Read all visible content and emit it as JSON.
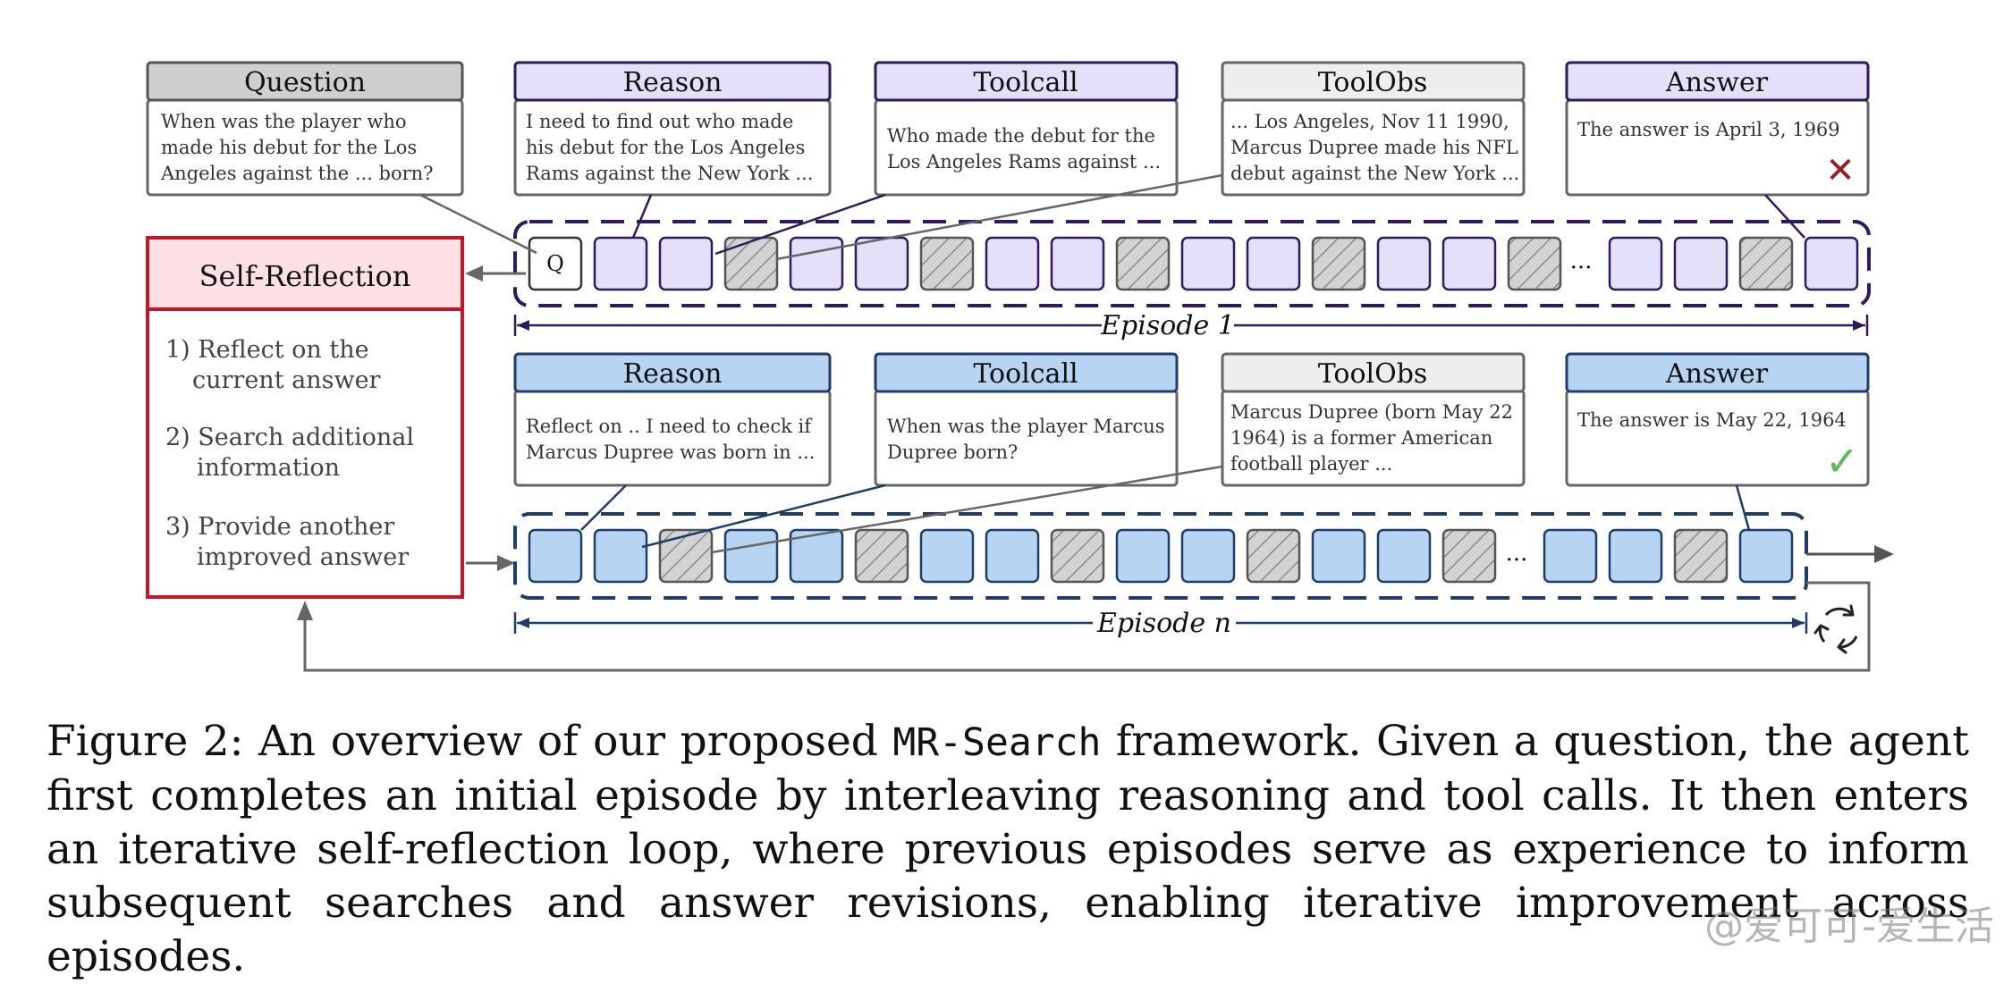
{
  "episode1": {
    "label": "Episode 1",
    "q_token": "Q",
    "cards": [
      {
        "key": "question",
        "header": "Question",
        "lines": [
          "When was the player who",
          "made his debut for the Los",
          "Angeles against the ... born?"
        ]
      },
      {
        "key": "reason",
        "header": "Reason",
        "lines": [
          "I need to find out who made",
          "his debut for the Los Angeles",
          "Rams against the New York ..."
        ]
      },
      {
        "key": "toolcall",
        "header": "Toolcall",
        "lines": [
          "Who made the debut for the",
          "Los Angeles Rams against ..."
        ]
      },
      {
        "key": "toolobs",
        "header": "ToolObs",
        "lines": [
          "... Los Angeles, Nov 11 1990,",
          "Marcus Dupree made his NFL",
          "debut against the New York ..."
        ]
      },
      {
        "key": "answer",
        "header": "Answer",
        "lines": [
          "The answer is April 3, 1969"
        ],
        "mark": "✕"
      }
    ],
    "ellipsis": "..."
  },
  "episodeN": {
    "label_prefix": "Episode ",
    "label_var": "n",
    "cards": [
      {
        "key": "reason",
        "header": "Reason",
        "lines": [
          "Reflect on .. I need to check if",
          "Marcus Dupree was born in ..."
        ]
      },
      {
        "key": "toolcall",
        "header": "Toolcall",
        "lines": [
          "When was the player Marcus",
          "Dupree born?"
        ]
      },
      {
        "key": "toolobs",
        "header": "ToolObs",
        "lines": [
          "Marcus Dupree (born May 22",
          "1964) is a former American",
          "football player ..."
        ]
      },
      {
        "key": "answer",
        "header": "Answer",
        "lines": [
          "The answer is May 22, 1964"
        ],
        "mark": "✓"
      }
    ],
    "ellipsis": "..."
  },
  "self_reflection": {
    "title": "Self-Reflection",
    "items": [
      [
        "1) Reflect on the",
        "current answer"
      ],
      [
        "2) Search additional",
        "information"
      ],
      [
        "3) Provide another",
        "improved answer"
      ]
    ]
  },
  "caption": {
    "prefix": "Figure 2: An overview of our proposed ",
    "method": "MR-Search",
    "rest": " framework. Given a question, the agent first completes an initial episode by interleaving reasoning and tool calls. It then enters an iterative self-reflection loop, where previous episodes serve as experience to inform subsequent searches and answer revisions, enabling iterative improvement across episodes."
  },
  "watermark": "@爱可可-爱生活",
  "colors": {
    "purple_dark": "#2e1a5c",
    "purple_fill": "#e4e0fa",
    "purple_header": "#e4e0fa",
    "blue_dark": "#1f3d6b",
    "blue_fill": "#b7d4f2",
    "blue_header": "#b7d4f2",
    "gray_fill": "#d0d0d0",
    "gray_header": "#cfcfcf",
    "toolobs_header": "#eeeeee",
    "red": "#c0182a",
    "red_fill": "#fde0e3",
    "green": "#5cb85c",
    "cross": "#9b1c1c"
  }
}
